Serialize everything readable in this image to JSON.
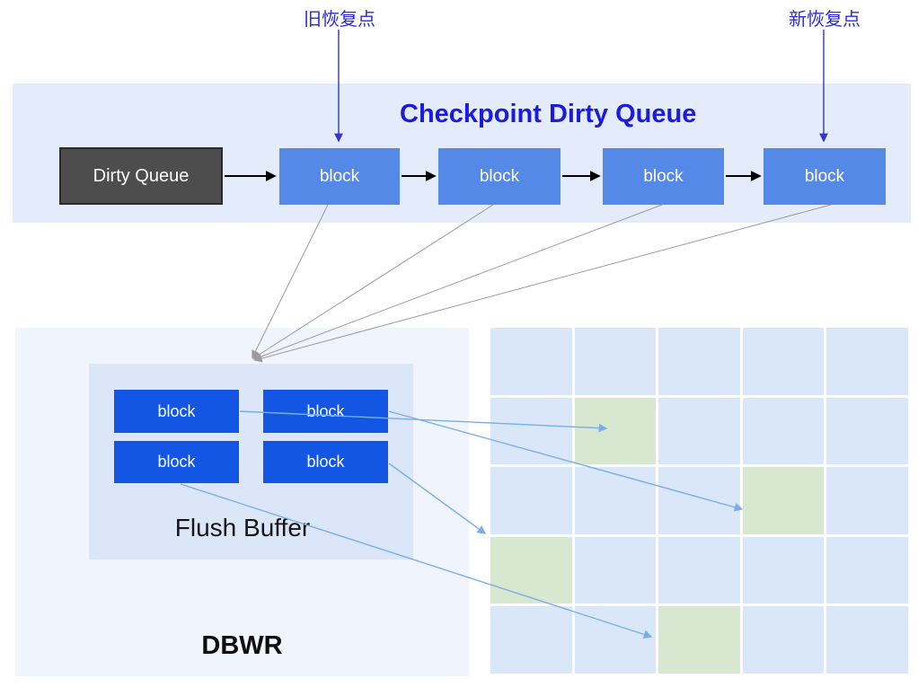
{
  "pointers": {
    "old_checkpoint_label": "旧恢复点",
    "new_checkpoint_label": "新恢复点"
  },
  "queue": {
    "title": "Checkpoint Dirty Queue",
    "head_label": "Dirty Queue",
    "blocks": [
      "block",
      "block",
      "block",
      "block"
    ]
  },
  "flush": {
    "buffer_label": "Flush Buffer",
    "process_label": "DBWR",
    "blocks": [
      "block",
      "block",
      "block",
      "block"
    ]
  },
  "grid": {
    "rows": 5,
    "cols": 5,
    "green_cells": [
      [
        1,
        1
      ],
      [
        2,
        3
      ],
      [
        3,
        0
      ],
      [
        4,
        2
      ]
    ]
  },
  "colors": {
    "banner_bg": "#e4ebfa",
    "title_blue": "#1b1bdd",
    "pointer_label_blue": "#2a2ad9",
    "pointer_arrow_blue": "#3434cf",
    "queue_block_fill": "#5589e8",
    "dirty_queue_fill": "#4d4d4d",
    "dirty_queue_border": "#2c2c2c",
    "dbwr_panel_bg": "#f0f4fd",
    "flush_inner_bg": "#dbe6f9",
    "flush_block_fill": "#1356e4",
    "grid_cell_blue": "#dae7f9",
    "grid_cell_green": "#d8e8d0",
    "link_arrow_black": "#000000",
    "converge_arrow_gray": "#9b9b9b",
    "write_arrow_lightblue": "#79aee8"
  }
}
